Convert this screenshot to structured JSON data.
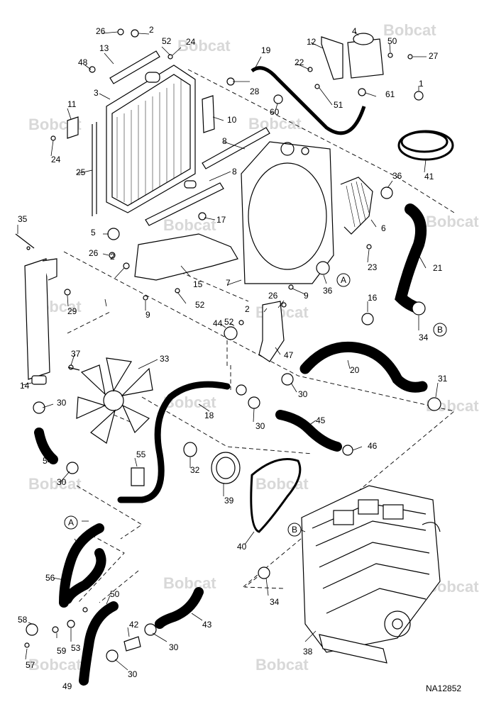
{
  "diagram_code": "NA12852",
  "watermark_text": "Bobcat",
  "callout_letters": [
    "A",
    "B"
  ],
  "part_numbers": [
    "1",
    "2",
    "3",
    "4",
    "5",
    "6",
    "7",
    "8",
    "9",
    "10",
    "11",
    "12",
    "13",
    "14",
    "15",
    "16",
    "17",
    "19",
    "20",
    "21",
    "22",
    "23",
    "24",
    "25",
    "26",
    "27",
    "28",
    "29",
    "30",
    "31",
    "32",
    "33",
    "34",
    "35",
    "36",
    "37",
    "38",
    "39",
    "40",
    "41",
    "42",
    "43",
    "44",
    "45",
    "46",
    "47",
    "48",
    "49",
    "50",
    "51",
    "52",
    "53",
    "54",
    "55",
    "56",
    "57",
    "58",
    "59",
    "60",
    "61",
    "18"
  ]
}
